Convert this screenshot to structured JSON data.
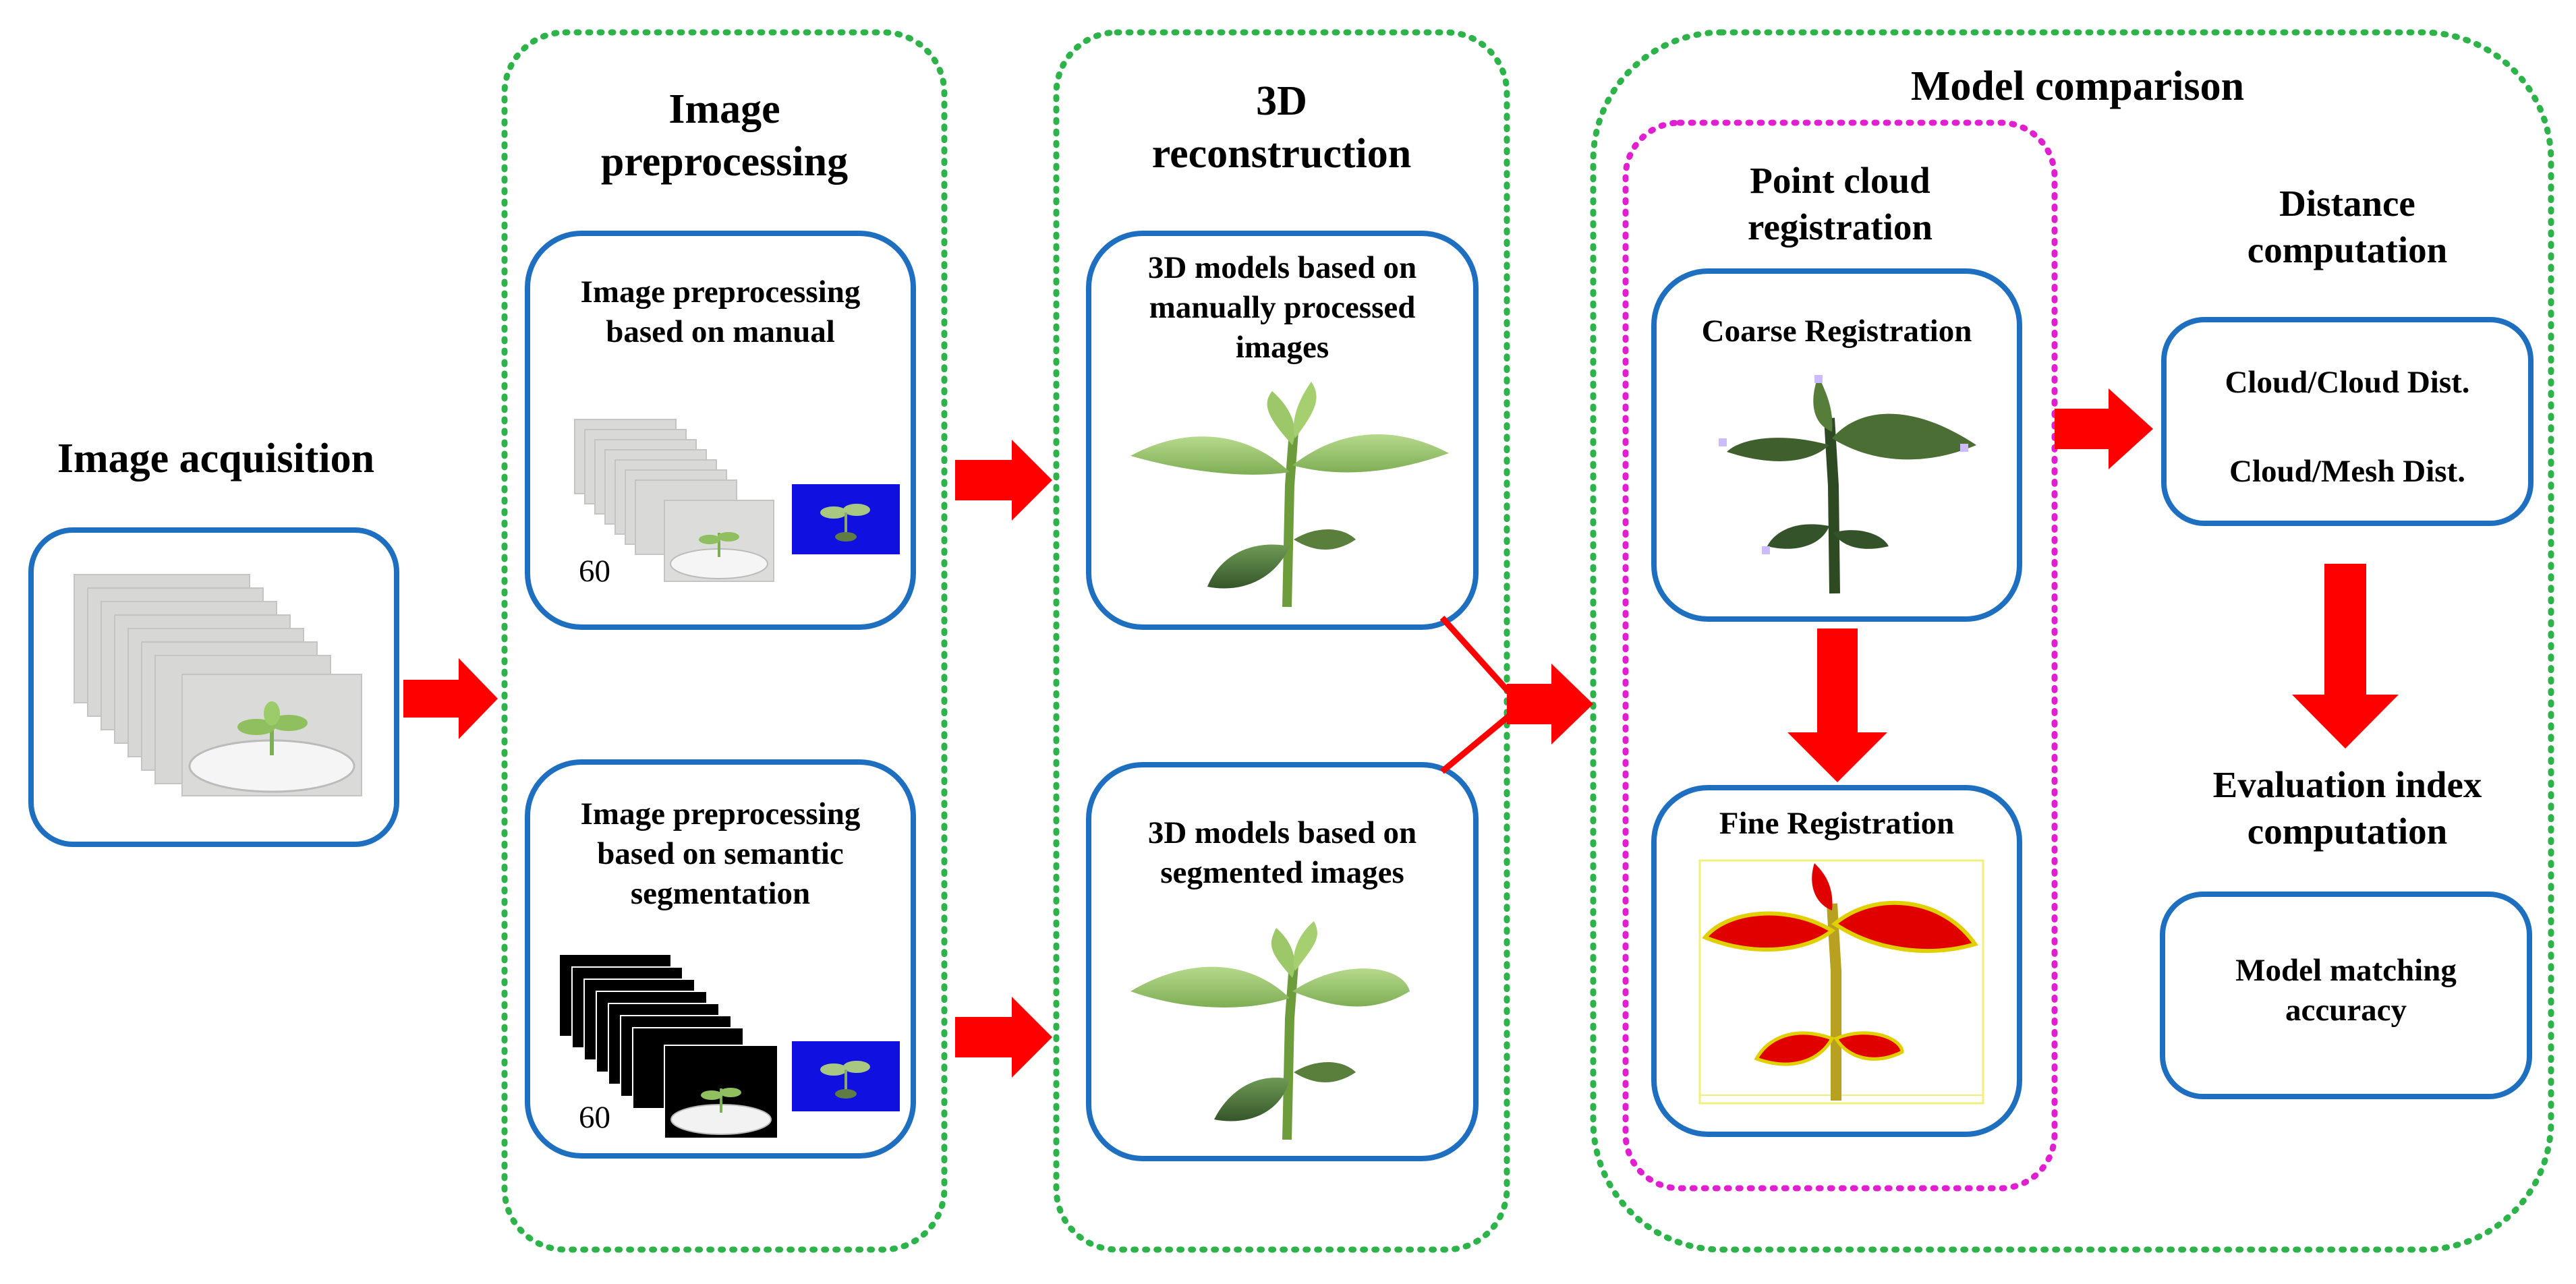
{
  "colors": {
    "blue_box": "#1e6fbf",
    "green_dotted": "#2db34a",
    "magenta_dotted": "#e020d0",
    "arrow": "#ff0000",
    "seg_background": "#1010e0"
  },
  "acquisition": {
    "title": "Image acquisition"
  },
  "preprocessing": {
    "title_line1": "Image",
    "title_line2": "preprocessing",
    "manual": {
      "line1": "Image preprocessing",
      "line2": "based on manual",
      "count": "60"
    },
    "semantic": {
      "line1": "Image preprocessing",
      "line2": "based on semantic",
      "line3": "segmentation",
      "count": "60"
    }
  },
  "reconstruction": {
    "title_line1": "3D",
    "title_line2": "reconstruction",
    "manual_models": {
      "line1": "3D models based on",
      "line2": "manually processed",
      "line3": "images"
    },
    "segmented_models": {
      "line1": "3D models based on",
      "line2": "segmented images"
    }
  },
  "comparison": {
    "title": "Model comparison",
    "registration": {
      "title_line1": "Point cloud",
      "title_line2": "registration",
      "coarse": "Coarse Registration",
      "fine": "Fine Registration"
    },
    "distance": {
      "title_line1": "Distance",
      "title_line2": "computation",
      "cloud_cloud": "Cloud/Cloud Dist.",
      "cloud_mesh": "Cloud/Mesh Dist."
    },
    "evaluation": {
      "title_line1": "Evaluation index",
      "title_line2": "computation",
      "result_line1": "Model matching",
      "result_line2": "accuracy"
    }
  },
  "icons": [
    "plant-photo-stack-icon",
    "segmented-stack-icon",
    "plant-3d-model-icon",
    "registration-point-cloud-icon",
    "flow-arrow-icon"
  ]
}
